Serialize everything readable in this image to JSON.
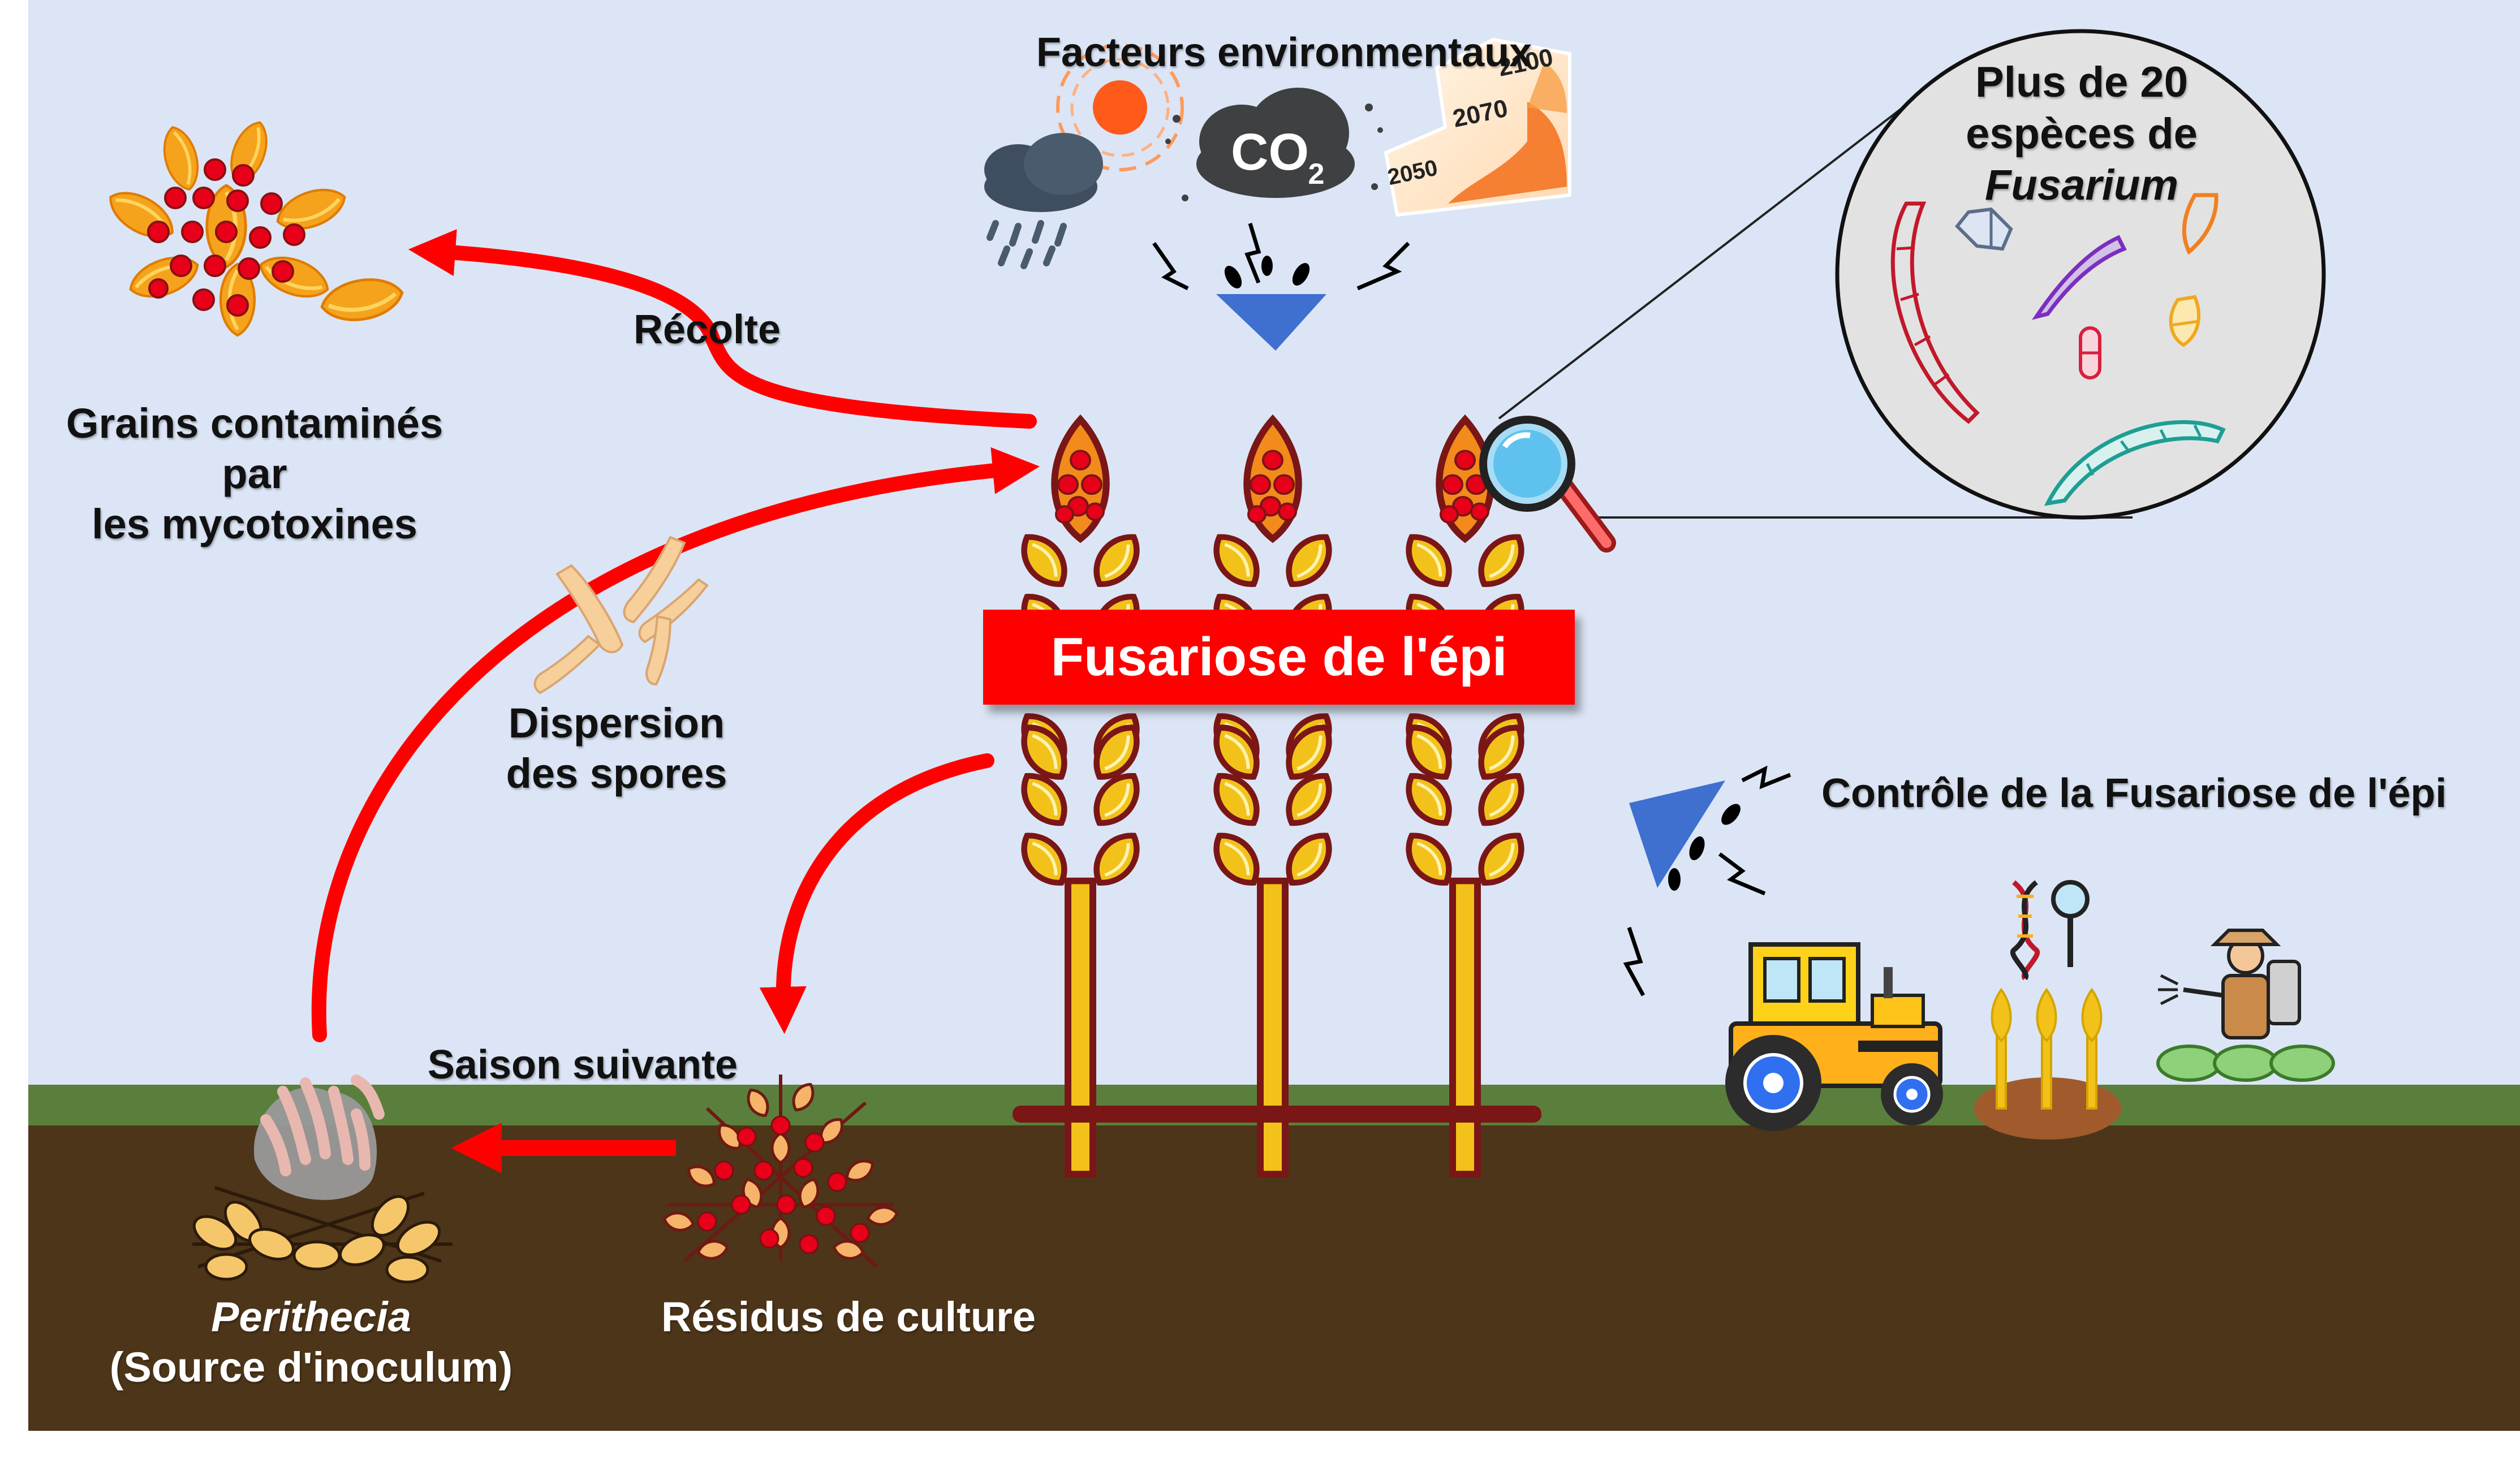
{
  "colors": {
    "sky": "#dbe5f5",
    "grass": "#5a7f3c",
    "soil": "#4d3519",
    "arrow": "#ff0000",
    "banner": "#ff0000",
    "wheat_outline": "#7a1616",
    "wheat_fill": "#f2c21b",
    "triangle": "#3f6fcf"
  },
  "labels": {
    "environment": "Facteurs environmentaux",
    "species_line1": "Plus de 20",
    "species_line2": "espèces de",
    "species_line3": "Fusarium",
    "harvest": "Récolte",
    "grains_line1": "Grains contaminés par",
    "grains_line2": "les mycotoxines",
    "dispersion_line1": "Dispersion",
    "dispersion_line2": "des spores",
    "banner": "Fusariose de l'épi",
    "control": "Contrôle de la Fusariose de l'épi",
    "next_season": "Saison suivante",
    "residues": "Résidus de culture",
    "perithecia_line1": "Perithecia",
    "perithecia_line2": "(Source d'inoculum)"
  },
  "icons": {
    "sun": "sun-icon",
    "rain": "rain-cloud-icon",
    "co2": "co2-cloud-icon",
    "map": "climate-map-icon",
    "magnifier": "magnifier-icon",
    "tractor": "tractor-icon",
    "dna": "dna-icon",
    "farmer": "farmer-sprayer-icon"
  },
  "map_years": [
    "2100",
    "2070",
    "2050"
  ],
  "co2_text": "CO₂"
}
